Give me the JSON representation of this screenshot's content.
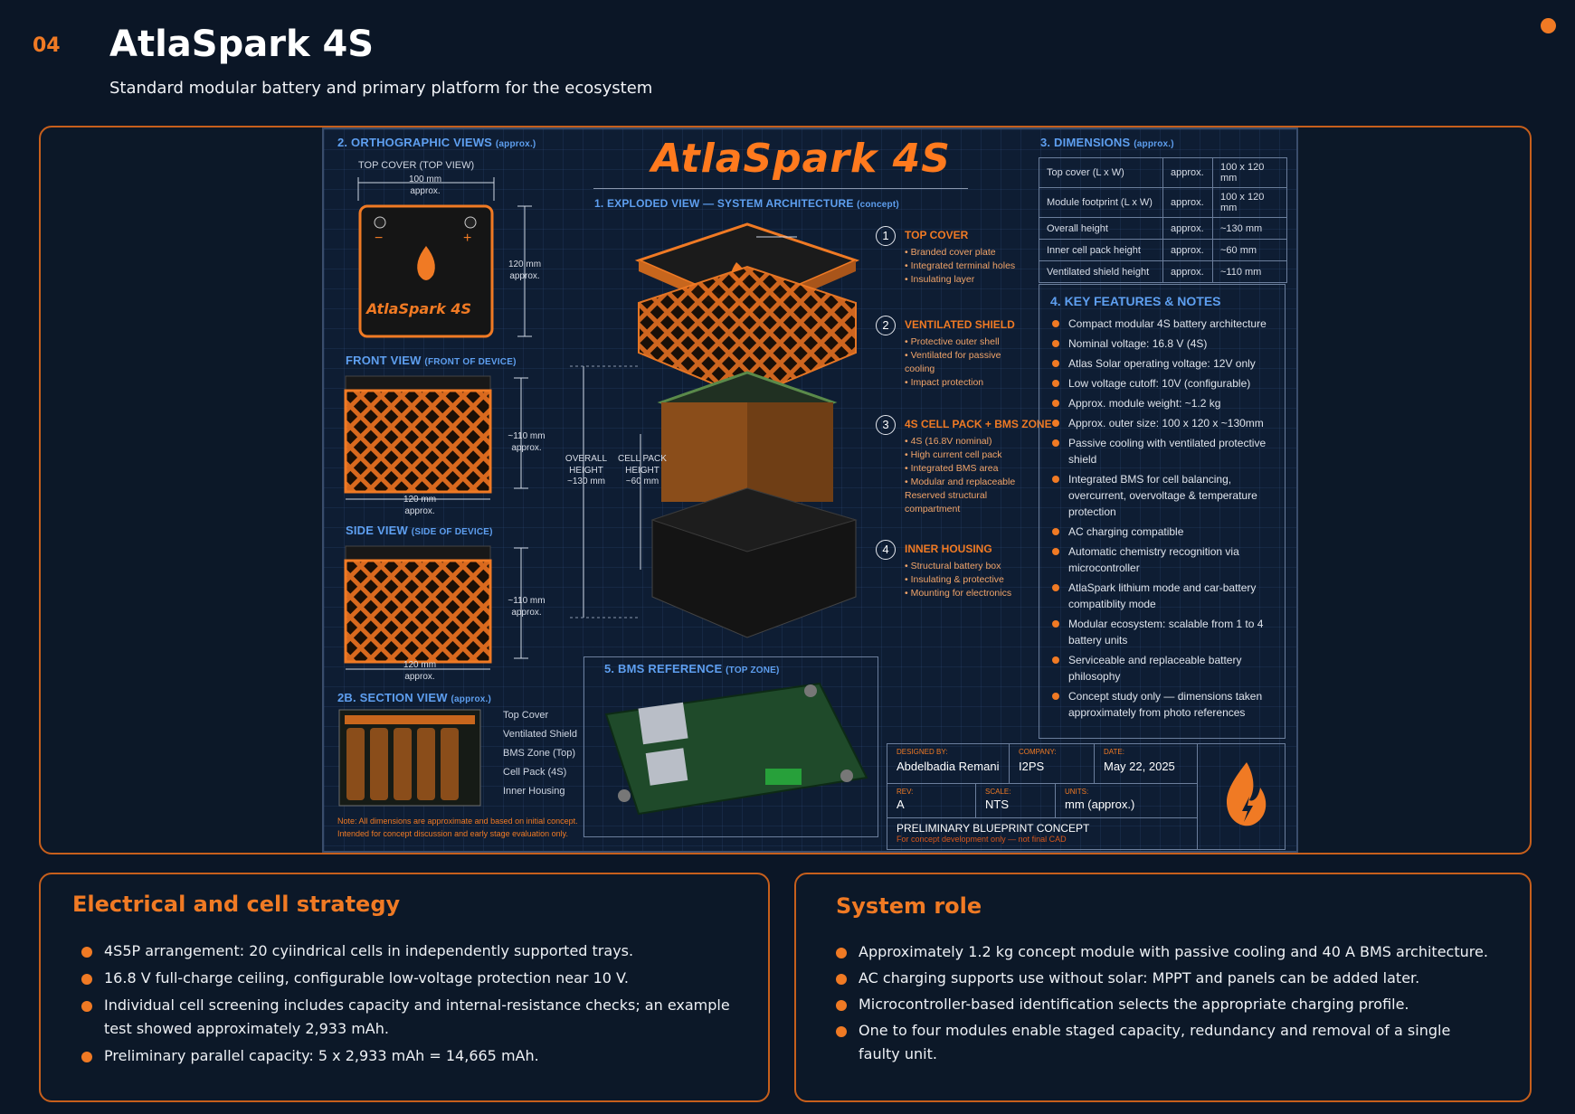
{
  "header": {
    "slide_number": "04",
    "title": "AtlaSpark 4S",
    "subtitle": "Standard modular battery and primary platform for the ecosystem"
  },
  "blueprint": {
    "logo_text": "AtlaSpark 4S",
    "ortho": {
      "heading": "2. ORTHOGRAPHIC VIEWS",
      "heading_note": "(approx.)",
      "top_view_label": "TOP COVER (TOP VIEW)",
      "top_width": "100 mm",
      "top_width_note": "approx.",
      "top_height": "120 mm",
      "top_height_note": "approx.",
      "top_cover_logo": "AtlaSpark 4S",
      "front_heading": "FRONT VIEW",
      "front_heading_note": "(FRONT OF DEVICE)",
      "front_height": "~110 mm",
      "front_height_note": "approx.",
      "front_width": "120 mm",
      "front_width_note": "approx.",
      "side_heading": "SIDE VIEW",
      "side_heading_note": "(SIDE OF DEVICE)",
      "side_height": "~110 mm",
      "side_height_note": "approx.",
      "side_width": "120 mm",
      "side_width_note": "approx.",
      "section_heading": "2B. SECTION VIEW",
      "section_heading_note": "(approx.)",
      "section_layers": [
        "Top Cover",
        "Ventilated Shield",
        "BMS Zone (Top)",
        "Cell Pack (4S)",
        "Inner Housing"
      ],
      "note_line1": "Note: All dimensions are approximate and based on initial concept.",
      "note_line2": "Intended for concept discussion and early stage evaluation only."
    },
    "exploded": {
      "heading": "1. EXPLODED VIEW — SYSTEM ARCHITECTURE",
      "heading_note": "(concept)",
      "overall_height_label": "OVERALL",
      "overall_height_label2": "HEIGHT",
      "overall_height_value": "~130 mm",
      "cell_pack_label": "CELL PACK",
      "cell_pack_label2": "HEIGHT",
      "cell_pack_value": "~60 mm",
      "callouts": [
        {
          "num": "1",
          "title": "TOP COVER",
          "items": [
            "• Branded cover plate",
            "• Integrated terminal holes",
            "• Insulating layer"
          ]
        },
        {
          "num": "2",
          "title": "VENTILATED SHIELD",
          "items": [
            "• Protective outer shell",
            "• Ventilated for passive",
            "  cooling",
            "• Impact protection"
          ]
        },
        {
          "num": "3",
          "title": "4S CELL PACK + BMS ZONE",
          "items": [
            "• 4S (16.8V nominal)",
            "• High current cell pack",
            "• Integrated BMS area",
            "• Modular and replaceable",
            "  Reserved structural",
            "  compartment"
          ]
        },
        {
          "num": "4",
          "title": "INNER HOUSING",
          "items": [
            "• Structural battery box",
            "• Insulating & protective",
            "• Mounting for electronics"
          ]
        }
      ]
    },
    "bms": {
      "heading": "5. BMS REFERENCE",
      "heading_note": "(TOP ZONE)"
    },
    "dimensions": {
      "heading": "3. DIMENSIONS",
      "heading_note": "(approx.)",
      "rows": [
        [
          "Top cover (L x W)",
          "approx.",
          "100 x 120 mm"
        ],
        [
          "Module footprint (L x W)",
          "approx.",
          "100 x 120 mm"
        ],
        [
          "Overall height",
          "approx.",
          "~130 mm"
        ],
        [
          "Inner cell pack height",
          "approx.",
          "~60 mm"
        ],
        [
          "Ventilated shield height",
          "approx.",
          "~110 mm"
        ]
      ]
    },
    "features": {
      "heading": "4. KEY FEATURES & NOTES",
      "items": [
        "Compact modular 4S battery architecture",
        "Nominal voltage: 16.8 V (4S)",
        "Atlas Solar operating voltage: 12V only",
        "Low voltage cutoff: 10V (configurable)",
        "Approx. module weight: ~1.2 kg",
        "Approx. outer size: 100 x 120 x ~130mm",
        "Passive cooling with ventilated protective shield",
        "Integrated BMS for cell balancing, overcurrent, overvoltage & temperature protection",
        "AC charging compatible",
        "Automatic chemistry recognition via microcontroller",
        "AtlaSpark lithium mode and car-battery compatiblity mode",
        "Modular ecosystem: scalable from 1 to 4 battery units",
        "Serviceable and replaceable battery philosophy",
        "Concept study only — dimensions taken approximately from photo references"
      ]
    },
    "title_block": {
      "designed_by_label": "DESIGNED BY:",
      "designed_by": "Abdelbadia Remani",
      "company_label": "COMPANY:",
      "company": "I2PS",
      "date_label": "DATE:",
      "date": "May 22, 2025",
      "rev_label": "REV:",
      "rev": "A",
      "scale_label": "SCALE:",
      "scale": "NTS",
      "units_label": "UNITS:",
      "units": "mm (approx.)",
      "status": "PRELIMINARY BLUEPRINT CONCEPT",
      "status_note": "For concept development only — not final CAD"
    }
  },
  "electrical": {
    "title": "Electrical and cell strategy",
    "items": [
      "4S5P arrangement: 20 cyiindrical cells in independently supported trays.",
      "16.8 V full-charge ceiling, configurable low-voltage protection near 10 V.",
      "Individual cell screening includes capacity and internal-resistance checks; an example test showed approximately 2,933 mAh.",
      "Preliminary parallel capacity: 5 x 2,933 mAh = 14,665 mAh."
    ]
  },
  "system_role": {
    "title": "System role",
    "items": [
      "Approximately 1.2 kg concept module with passive cooling and 40 A BMS architecture.",
      "AC charging supports use without solar: MPPT and panels can be added later.",
      "Microcontroller-based identification selects the appropriate charging profile.",
      "One to four modules enable staged capacity, redundancy and removal of a single faulty unit."
    ]
  },
  "colors": {
    "accent": "#f07a24",
    "background": "#0b1626",
    "blueprint_heading": "#5e9ff0"
  }
}
